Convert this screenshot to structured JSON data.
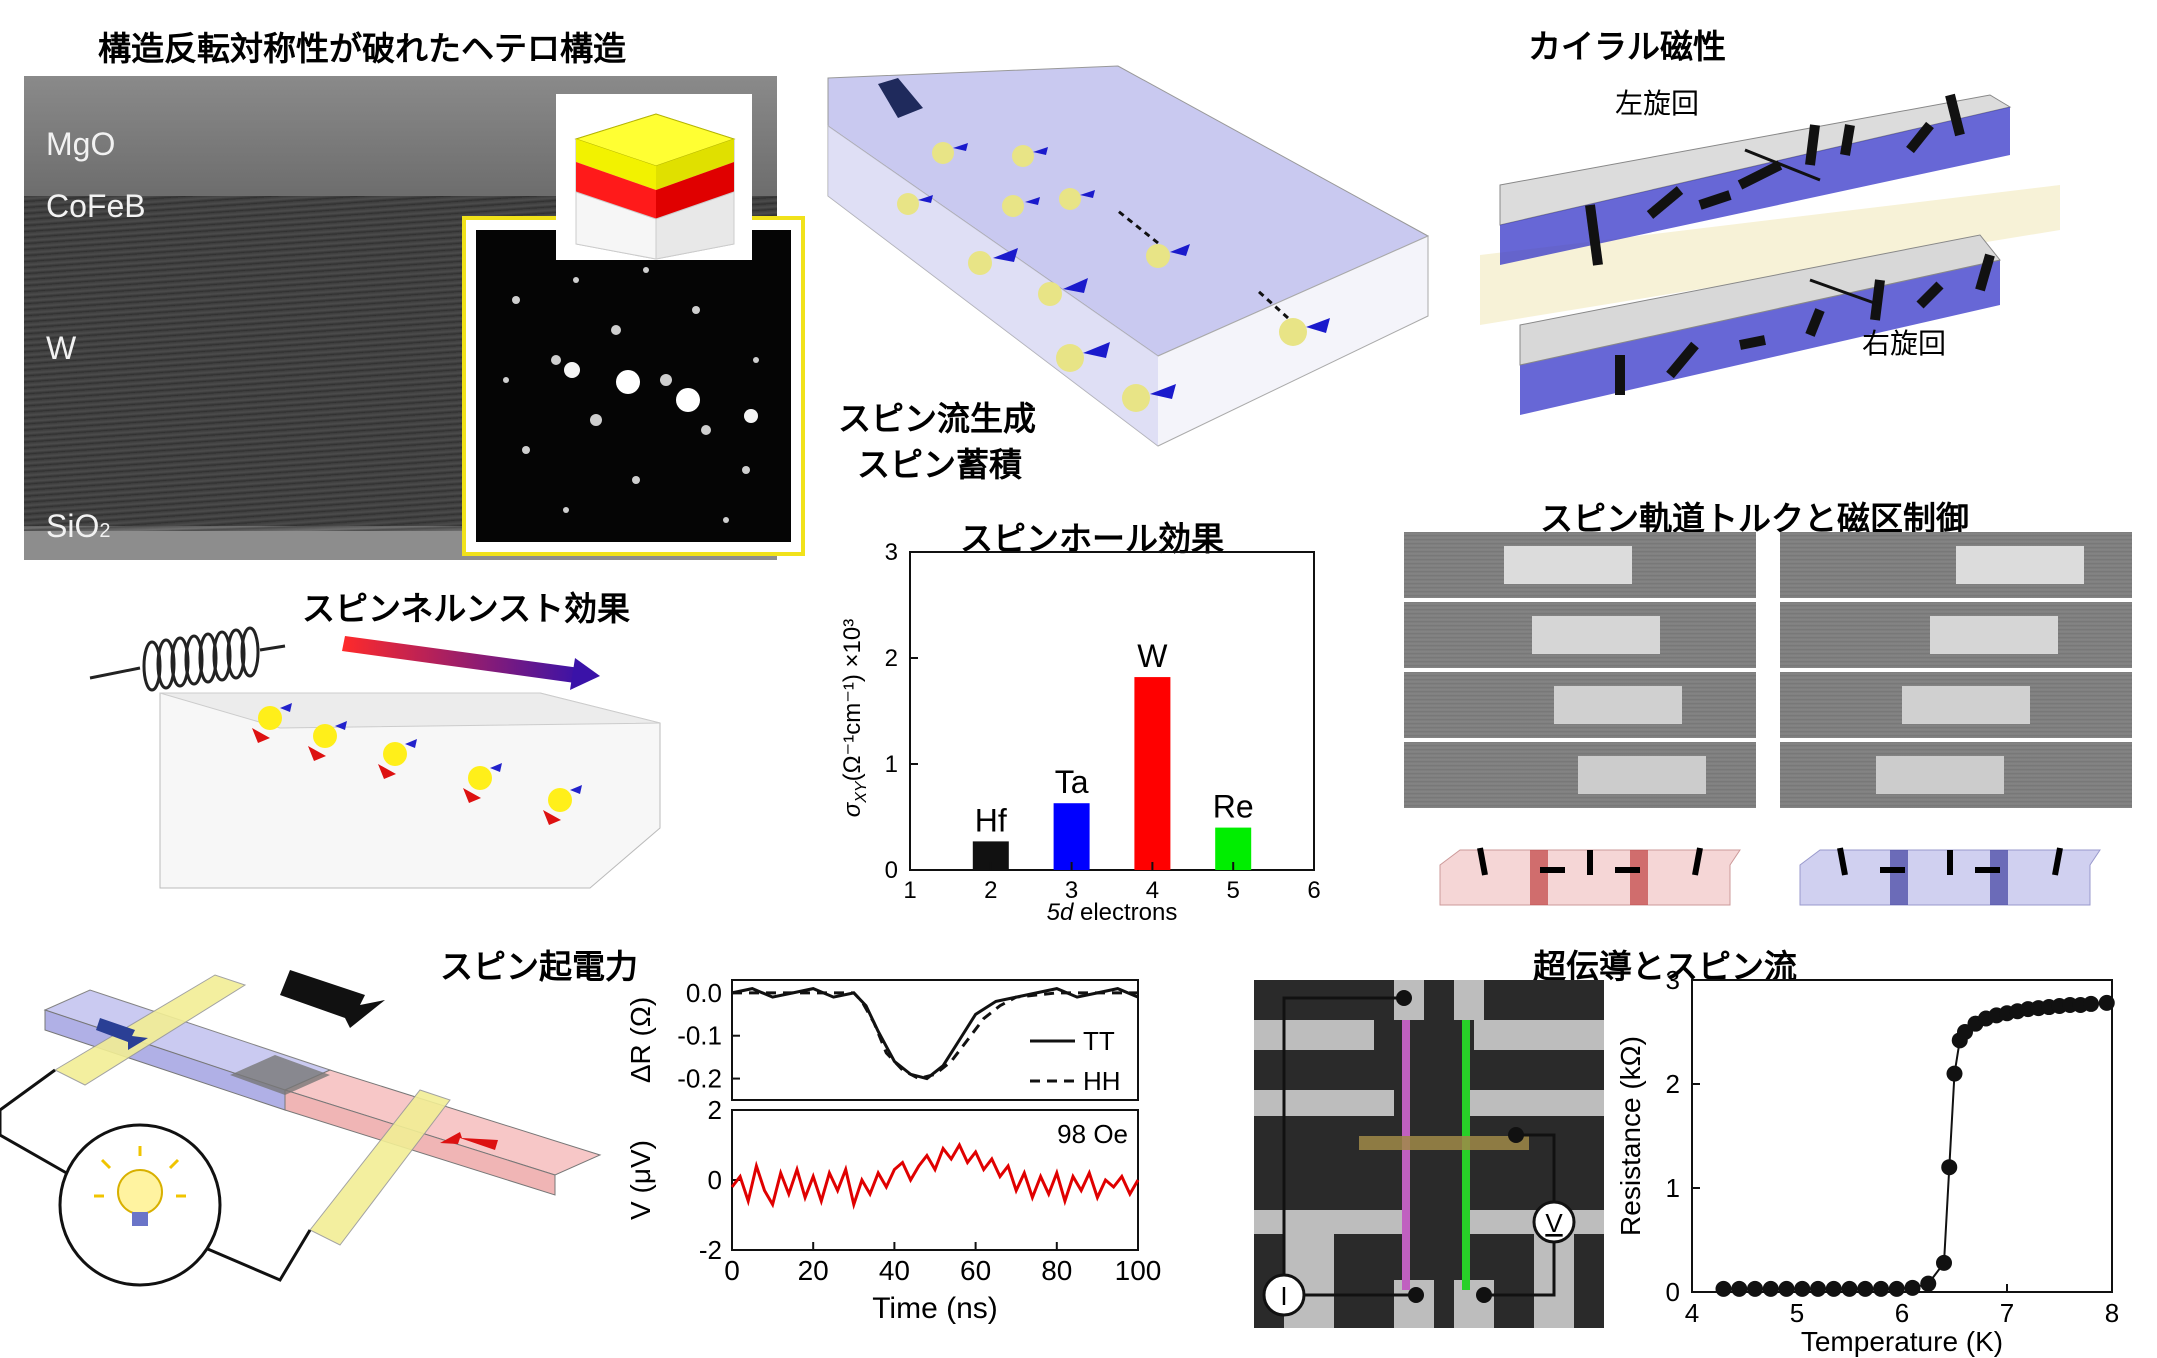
{
  "titles": {
    "hetero": "構造反転対称性が破れたヘテロ構造",
    "chiral": "カイラル磁性",
    "spin_current": "スピン流生成",
    "spin_accum": "スピン蓄積",
    "spin_hall": "スピンホール効果",
    "sot": "スピン軌道トルクと磁区制御",
    "nernst": "スピンネルンスト効果",
    "emf": "スピン起電力",
    "sc": "超伝導とスピン流"
  },
  "tem_labels": {
    "mgo": "MgO",
    "cofeb": "CoFeB",
    "w": "W",
    "sio2": "SiO",
    "sio2_sub": "2"
  },
  "chiral_labels": {
    "left": "左旋回",
    "right": "右旋回"
  },
  "spin_hall_chart": {
    "type": "bar",
    "y_axis": {
      "label_main": "σ",
      "label_sub": "XY",
      "label_units": "(Ω⁻¹cm⁻¹) ×10³",
      "min": 0,
      "max": 3,
      "ticks": [
        "0",
        "1",
        "2",
        "3"
      ]
    },
    "x_axis": {
      "label_italic": "5d",
      "label_rest": " electrons",
      "min": 1,
      "max": 6,
      "ticks": [
        "1",
        "2",
        "3",
        "4",
        "5",
        "6"
      ]
    },
    "bars": [
      {
        "label": "Hf",
        "x": 2,
        "value": 0.27,
        "color": "#111111"
      },
      {
        "label": "Ta",
        "x": 3,
        "value": 0.63,
        "color": "#0000ff"
      },
      {
        "label": "W",
        "x": 4,
        "value": 1.82,
        "color": "#ff0000"
      },
      {
        "label": "Re",
        "x": 5,
        "value": 0.4,
        "color": "#00ee00"
      }
    ]
  },
  "emf_chart": {
    "type": "line",
    "top": {
      "y_axis": {
        "label": "ΔR (Ω)",
        "min": -0.25,
        "max": 0.03,
        "ticks": [
          "0.0",
          "-0.1",
          "-0.2"
        ]
      },
      "series": [
        {
          "name": "TT",
          "dash": "solid",
          "x": [
            0,
            5,
            10,
            15,
            20,
            25,
            30,
            33,
            36,
            40,
            44,
            48,
            52,
            56,
            60,
            65,
            70,
            75,
            80,
            85,
            90,
            95,
            100
          ],
          "y": [
            0.0,
            0.01,
            -0.01,
            0.0,
            0.01,
            -0.01,
            0.0,
            -0.03,
            -0.09,
            -0.16,
            -0.19,
            -0.2,
            -0.17,
            -0.11,
            -0.05,
            -0.02,
            -0.01,
            0.0,
            0.01,
            -0.01,
            0.0,
            0.01,
            -0.01
          ]
        },
        {
          "name": "HH",
          "dash": "dashed",
          "x": [
            0,
            10,
            20,
            30,
            32,
            35,
            38,
            42,
            46,
            50,
            54,
            58,
            62,
            66,
            70,
            80,
            90,
            100
          ],
          "y": [
            0.0,
            0.0,
            0.0,
            0.0,
            -0.02,
            -0.07,
            -0.14,
            -0.18,
            -0.2,
            -0.19,
            -0.16,
            -0.11,
            -0.06,
            -0.03,
            -0.01,
            0.0,
            0.0,
            0.0
          ]
        }
      ]
    },
    "bottom": {
      "y_axis": {
        "label": "V (μV)",
        "min": -2,
        "max": 2,
        "ticks": [
          "2",
          "0",
          "-2"
        ]
      },
      "annotation": "98 Oe",
      "series": [
        {
          "name": "V",
          "color": "#e00000",
          "y": [
            -0.2,
            0.1,
            -0.6,
            0.4,
            -0.3,
            -0.7,
            0.2,
            -0.4,
            0.3,
            -0.5,
            0.1,
            -0.6,
            0.2,
            -0.3,
            0.3,
            -0.7,
            0.0,
            -0.4,
            0.2,
            -0.2,
            0.3,
            0.5,
            0.0,
            0.4,
            0.7,
            0.3,
            0.9,
            0.6,
            1.0,
            0.5,
            0.8,
            0.3,
            0.6,
            0.1,
            0.4,
            -0.3,
            0.2,
            -0.5,
            0.1,
            -0.4,
            0.2,
            -0.6,
            0.1,
            -0.3,
            0.2,
            -0.5,
            0.0,
            -0.2,
            0.1,
            -0.4,
            0.0
          ]
        }
      ]
    },
    "x_axis": {
      "label": "Time (ns)",
      "min": 0,
      "max": 100,
      "ticks": [
        "0",
        "20",
        "40",
        "60",
        "80",
        "100"
      ]
    }
  },
  "legend_labels": {
    "tt": "TT",
    "hh": "HH"
  },
  "sc_chart": {
    "type": "line",
    "x_axis": {
      "label": "Temperature (K)",
      "min": 4,
      "max": 8,
      "ticks": [
        "4",
        "5",
        "6",
        "7",
        "8"
      ]
    },
    "y_axis": {
      "label": "Resistance (kΩ)",
      "min": 0,
      "max": 3,
      "ticks": [
        "0",
        "1",
        "2",
        "3"
      ]
    },
    "series": [
      {
        "name": "R",
        "x": [
          4.3,
          4.45,
          4.6,
          4.75,
          4.9,
          5.05,
          5.2,
          5.35,
          5.5,
          5.65,
          5.8,
          5.95,
          6.1,
          6.25,
          6.4,
          6.45,
          6.5,
          6.55,
          6.6,
          6.7,
          6.8,
          6.9,
          7.0,
          7.1,
          7.2,
          7.3,
          7.4,
          7.5,
          7.6,
          7.7,
          7.8,
          7.95
        ],
        "y": [
          0.03,
          0.03,
          0.03,
          0.03,
          0.03,
          0.03,
          0.03,
          0.03,
          0.03,
          0.03,
          0.03,
          0.03,
          0.04,
          0.08,
          0.28,
          1.2,
          2.1,
          2.42,
          2.5,
          2.58,
          2.63,
          2.66,
          2.68,
          2.7,
          2.72,
          2.73,
          2.74,
          2.75,
          2.76,
          2.76,
          2.77,
          2.78
        ]
      }
    ]
  },
  "device_labels": {
    "current": "I",
    "voltage": "V"
  }
}
